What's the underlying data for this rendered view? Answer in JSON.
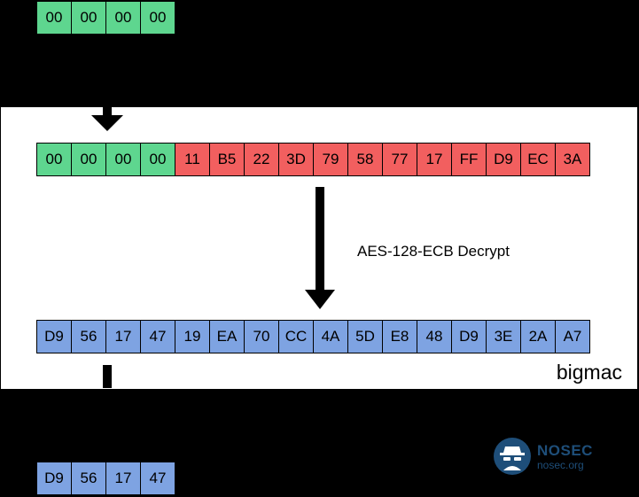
{
  "input_bytes": [
    "00",
    "00",
    "00",
    "00"
  ],
  "ciphertext": {
    "prefix_bytes": [
      "00",
      "00",
      "00",
      "00"
    ],
    "bytes": [
      "11",
      "B5",
      "22",
      "3D",
      "79",
      "58",
      "77",
      "17",
      "FF",
      "D9",
      "EC",
      "3A"
    ]
  },
  "operation_label": "AES-128-ECB Decrypt",
  "plaintext_bytes": [
    "D9",
    "56",
    "17",
    "47",
    "19",
    "EA",
    "70",
    "CC",
    "4A",
    "5D",
    "E8",
    "48",
    "D9",
    "3E",
    "2A",
    "A7"
  ],
  "output_bytes": [
    "D9",
    "56",
    "17",
    "47"
  ],
  "panel_label": "bigmac",
  "logo": {
    "name": "NOSEC",
    "url": "nosec.org"
  },
  "colors": {
    "green": "#5ed68f",
    "red": "#f25f5f",
    "blue": "#7ea3e2",
    "logo": "#1e4e79"
  }
}
